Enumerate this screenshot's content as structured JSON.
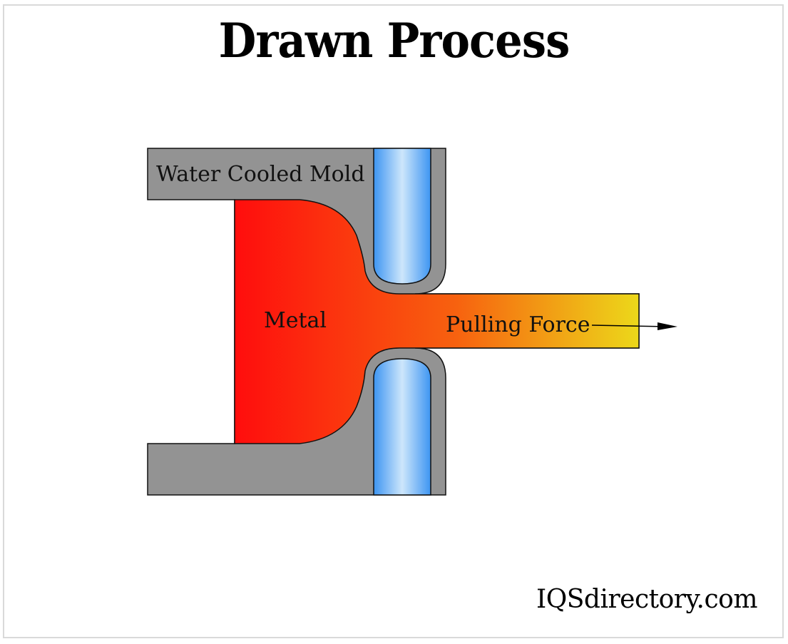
{
  "title": "Drawn Process",
  "labels": {
    "mold": "Water Cooled Mold",
    "metal": "Metal",
    "force": "Pulling Force"
  },
  "watermark": "IQSdirectory.com",
  "colors": {
    "mold": "#939393",
    "metal_hot": "#ff0d0d",
    "metal_mid": "#f7620f",
    "metal_cool": "#ecd81a",
    "water_dark": "#3d95f2",
    "water_light": "#cde6fb",
    "outline": "#111111",
    "frame": "#d9d9d9"
  }
}
